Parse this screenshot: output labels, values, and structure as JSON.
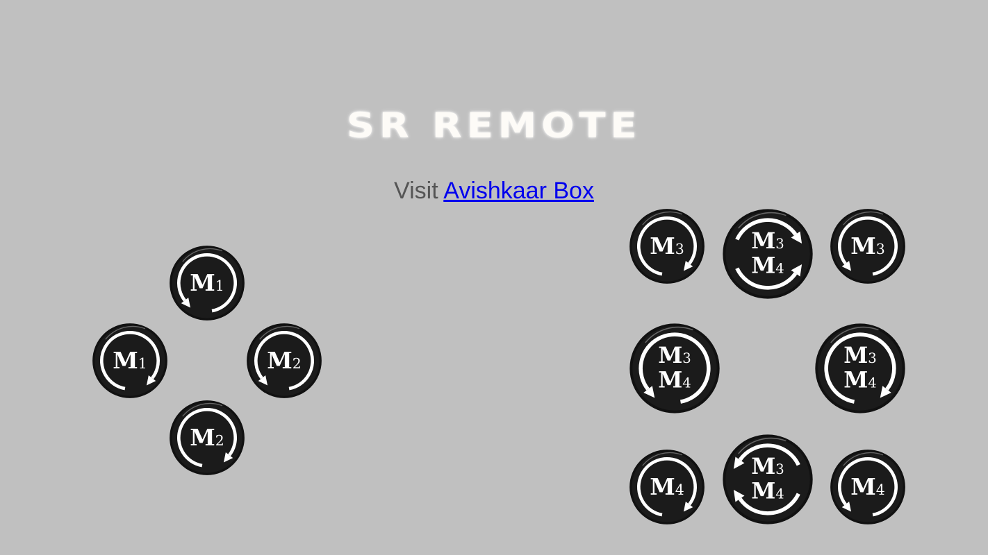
{
  "title": "SR REMOTE",
  "visit": {
    "prefix": "Visit",
    "link_text": "Avishkaar Box"
  },
  "colors": {
    "background": "#c0c0c0",
    "button_fill": "#1b1b1b",
    "arrow": "#ffffff",
    "link": "#0000ee",
    "visit_text": "#555555"
  },
  "left_pad": {
    "buttons": [
      {
        "id": "up",
        "labels": [
          "M",
          "1"
        ],
        "rotation": "counterclockwise"
      },
      {
        "id": "left",
        "labels": [
          "M",
          "1"
        ],
        "rotation": "clockwise"
      },
      {
        "id": "right",
        "labels": [
          "M",
          "2"
        ],
        "rotation": "counterclockwise"
      },
      {
        "id": "down",
        "labels": [
          "M",
          "2"
        ],
        "rotation": "clockwise"
      }
    ]
  },
  "right_pad": {
    "buttons": [
      {
        "id": "top-left",
        "lines": [
          [
            "M",
            "3"
          ]
        ],
        "rotation": "clockwise"
      },
      {
        "id": "top-center",
        "lines": [
          [
            "M",
            "3"
          ],
          [
            "M",
            "4"
          ]
        ],
        "rotation": "forward"
      },
      {
        "id": "top-right",
        "lines": [
          [
            "M",
            "3"
          ]
        ],
        "rotation": "counterclockwise"
      },
      {
        "id": "middle-left",
        "lines": [
          [
            "M",
            "3"
          ],
          [
            "M",
            "4"
          ]
        ],
        "rotation": "counterclockwise"
      },
      {
        "id": "middle-right",
        "lines": [
          [
            "M",
            "3"
          ],
          [
            "M",
            "4"
          ]
        ],
        "rotation": "clockwise"
      },
      {
        "id": "bottom-left",
        "lines": [
          [
            "M",
            "4"
          ]
        ],
        "rotation": "clockwise"
      },
      {
        "id": "bottom-center",
        "lines": [
          [
            "M",
            "3"
          ],
          [
            "M",
            "4"
          ]
        ],
        "rotation": "backward"
      },
      {
        "id": "bottom-right",
        "lines": [
          [
            "M",
            "4"
          ]
        ],
        "rotation": "counterclockwise"
      }
    ]
  }
}
